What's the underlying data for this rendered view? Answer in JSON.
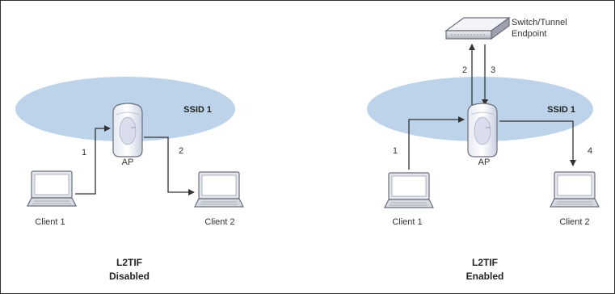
{
  "colors": {
    "ellipse": "#bcd3ea",
    "line": "#333333",
    "border": "#333333"
  },
  "left": {
    "ssid": "SSID 1",
    "ap_label": "AP",
    "client1": "Client 1",
    "client2": "Client 2",
    "step1": "1",
    "step2": "2",
    "title_line1": "L2TIF",
    "title_line2": "Disabled"
  },
  "right": {
    "ssid": "SSID 1",
    "ap_label": "AP",
    "client1": "Client 1",
    "client2": "Client 2",
    "step1": "1",
    "step2": "2",
    "step3": "3",
    "step4": "4",
    "switch_line1": "Switch/Tunnel",
    "switch_line2": "Endpoint",
    "title_line1": "L2TIF",
    "title_line2": "Enabled"
  },
  "icons": [
    "access-point-icon",
    "laptop-icon",
    "switch-icon"
  ]
}
